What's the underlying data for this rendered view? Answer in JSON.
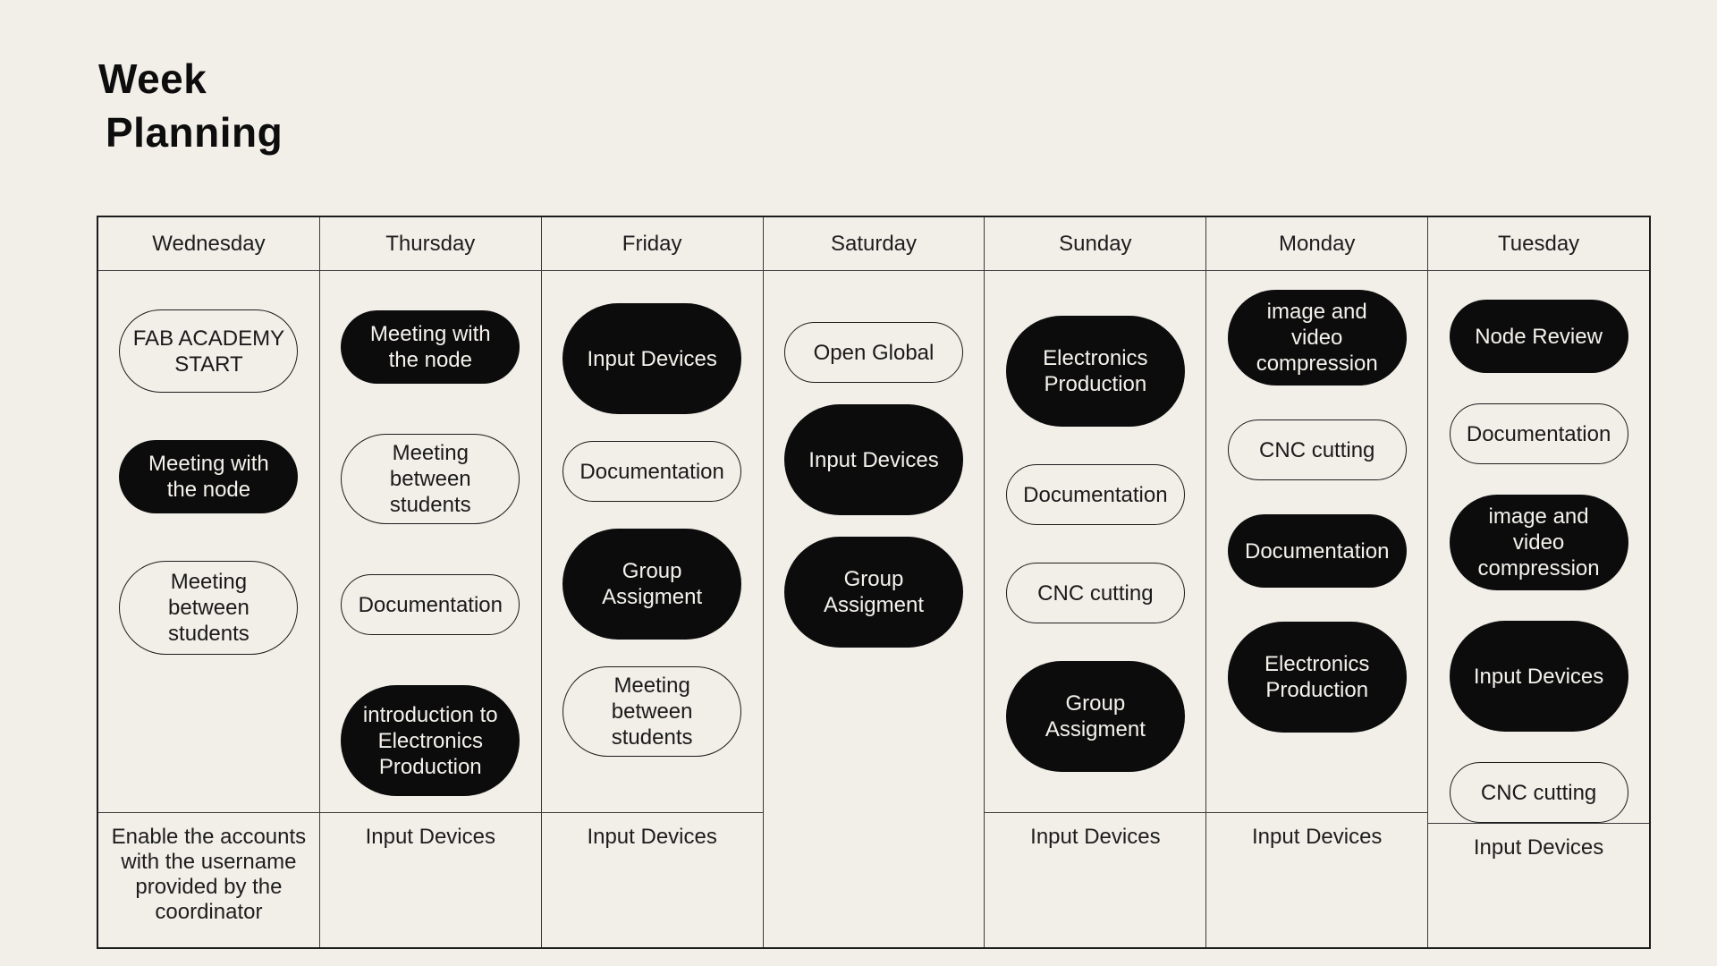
{
  "page": {
    "title_line1": "Week",
    "title_line2": "Planning",
    "colors": {
      "background": "#F2EFE9",
      "pill_filled": "#0C0C0C",
      "pill_text_light": "#F5F2EC",
      "text": "#1A1A1A",
      "grid_line": "#3B3B3B"
    }
  },
  "board": {
    "days": [
      {
        "name": "Wednesday",
        "items": [
          {
            "label": "FAB ACADEMY START",
            "variant": "outline-tall"
          },
          {
            "label": "Meeting with the node",
            "variant": "filled"
          },
          {
            "label": "Meeting between students",
            "variant": "outline-tall"
          }
        ],
        "footer": "Enable the accounts with the username provided by the coordinator"
      },
      {
        "name": "Thursday",
        "items": [
          {
            "label": "Meeting with the node",
            "variant": "filled"
          },
          {
            "label": "Meeting between students",
            "variant": "outline"
          },
          {
            "label": "Documentation",
            "variant": "outline"
          },
          {
            "label": "introduction to Electronics Production",
            "variant": "filled-tall"
          }
        ],
        "footer": "Input Devices"
      },
      {
        "name": "Friday",
        "items": [
          {
            "label": "Input Devices",
            "variant": "filled-tall"
          },
          {
            "label": "Documentation",
            "variant": "outline"
          },
          {
            "label": "Group Assigment",
            "variant": "filled-tall"
          },
          {
            "label": "Meeting between students",
            "variant": "outline"
          }
        ],
        "footer": "Input Devices"
      },
      {
        "name": "Saturday",
        "items": [
          {
            "label": "Open Global",
            "variant": "outline"
          },
          {
            "label": "Input Devices",
            "variant": "filled-tall"
          },
          {
            "label": "Group Assigment",
            "variant": "filled-tall"
          }
        ],
        "footer": ""
      },
      {
        "name": "Sunday",
        "items": [
          {
            "label": "Electronics Production",
            "variant": "filled-tall"
          },
          {
            "label": "Documentation",
            "variant": "outline"
          },
          {
            "label": "CNC cutting",
            "variant": "outline"
          },
          {
            "label": "Group Assigment",
            "variant": "filled-tall"
          }
        ],
        "footer": "Input Devices"
      },
      {
        "name": "Monday",
        "items": [
          {
            "label": "image and video compression",
            "variant": "filled"
          },
          {
            "label": "CNC cutting",
            "variant": "outline"
          },
          {
            "label": "Documentation",
            "variant": "filled"
          },
          {
            "label": "Electronics Production",
            "variant": "filled-tall"
          }
        ],
        "footer": "Input Devices"
      },
      {
        "name": "Tuesday",
        "items": [
          {
            "label": "Node Review",
            "variant": "filled"
          },
          {
            "label": "Documentation",
            "variant": "outline"
          },
          {
            "label": "image and video compression",
            "variant": "filled"
          },
          {
            "label": "Input Devices",
            "variant": "filled-tall"
          },
          {
            "label": "CNC cutting",
            "variant": "outline"
          }
        ],
        "footer": "Input Devices"
      }
    ]
  }
}
